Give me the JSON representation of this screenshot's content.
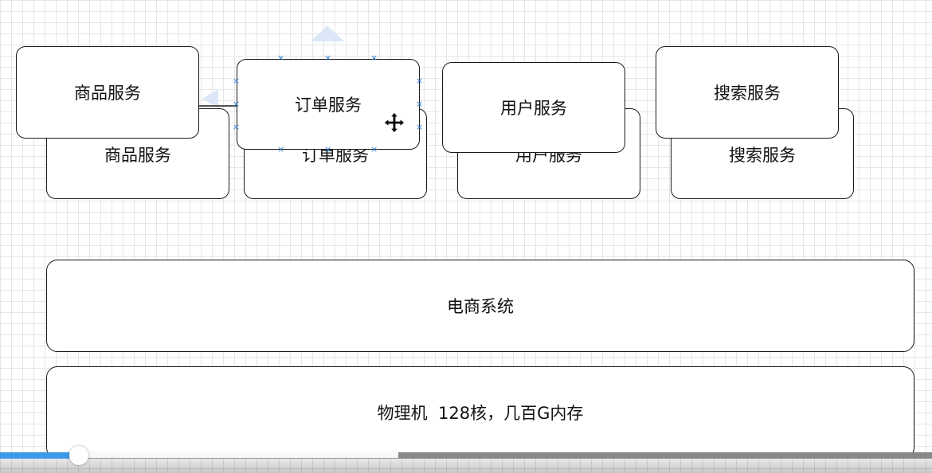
{
  "diagram": {
    "back_row": [
      {
        "label": "商品服务"
      },
      {
        "label": "订单服务"
      },
      {
        "label": "用户服务"
      },
      {
        "label": "搜索服务"
      }
    ],
    "front_row": [
      {
        "label": "商品服务"
      },
      {
        "label": "订单服务"
      },
      {
        "label": "用户服务"
      },
      {
        "label": "搜索服务"
      }
    ],
    "system_box": {
      "label": "电商系统"
    },
    "physical_box": {
      "label": "物理机  128核，几百G内存"
    }
  },
  "selection": {
    "selected_node": "订单服务",
    "accent_color": "#2f7fd6"
  },
  "player": {
    "progress_fraction": 0.074,
    "buffer_start_fraction": 0.427,
    "played_color": "#3d9ae8"
  },
  "colors": {
    "border": "#1a1a1a",
    "grid": "#e6e6e6",
    "hint": "#dbe7f7"
  }
}
